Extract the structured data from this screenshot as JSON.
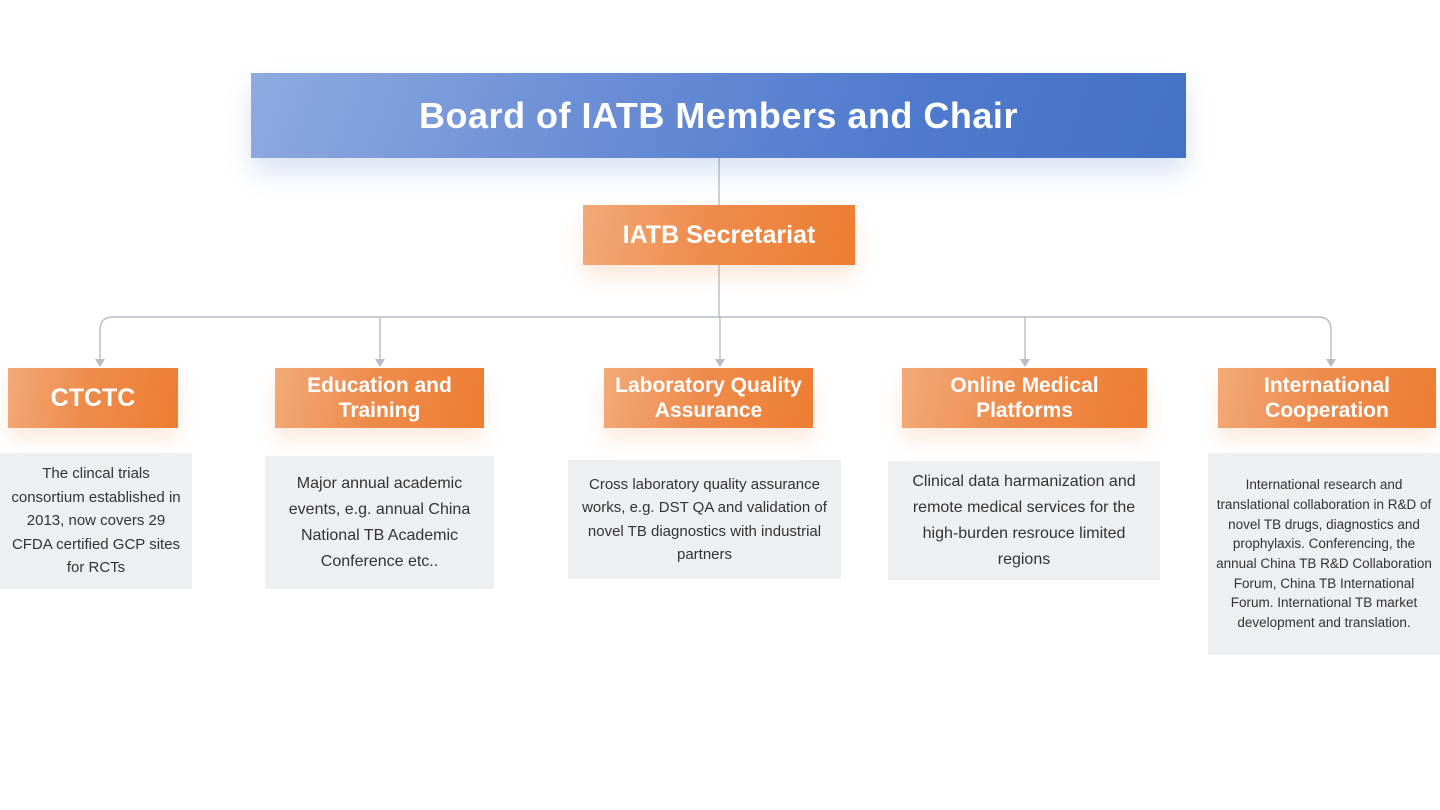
{
  "board": {
    "title": "Board of IATB Members and Chair"
  },
  "secretariat": {
    "title": "IATB Secretariat"
  },
  "branches": [
    {
      "title": "CTCTC",
      "description": "The clincal trials consortium established in 2013, now covers 29 CFDA certified GCP sites for RCTs"
    },
    {
      "title": "Education and Training",
      "description": "Major annual academic events, e.g. annual China National TB Academic Conference etc.."
    },
    {
      "title": "Laboratory Quality Assurance",
      "description": "Cross laboratory quality assurance works, e.g. DST QA and validation of novel TB diagnostics with industrial partners"
    },
    {
      "title": "Online Medical Platforms",
      "description": "Clinical data harmanization and remote medical services for the high-burden resrouce limited regions"
    },
    {
      "title": "International Cooperation",
      "description": "International research and translational collaboration in R&D of novel TB drugs, diagnostics and prophylaxis. Conferencing, the annual China TB R&D Collaboration Forum, China TB International Forum. International TB market development and translation."
    }
  ],
  "colors": {
    "board": "#4472c4",
    "branch": "#ed7d31",
    "connector": "#b7bcc6",
    "description_bg": "#eeeff1"
  }
}
